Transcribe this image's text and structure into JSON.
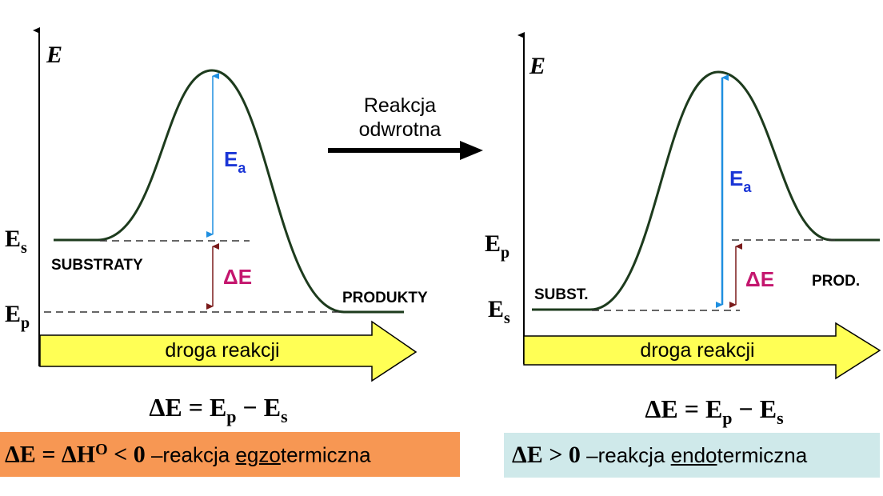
{
  "colors": {
    "curve": "#1d3b1d",
    "arrow_blue": "#1f8fe0",
    "arrow_dark_red": "#7a1b1b",
    "ea_text": "#1a35d6",
    "delta_text": "#c4166e",
    "yellow_fill": "#ffff55",
    "left_box": "#f79753",
    "right_box": "#cfe9ea"
  },
  "left_diagram": {
    "axis_label": "E",
    "es_label": "E",
    "es_sub": "s",
    "ep_label": "E",
    "ep_sub": "p",
    "substrates_label": "SUBSTRATY",
    "products_label": "PRODUKTY",
    "ea_label": "E",
    "ea_sub": "a",
    "delta_label": "ΔE",
    "path_label": "droga reakcji",
    "formula_main": "ΔE = E",
    "formula_p": "p",
    "formula_minus": " − E",
    "formula_s": "s"
  },
  "middle": {
    "line1": "Reakcja",
    "line2": "odwrotna"
  },
  "right_diagram": {
    "axis_label": "E",
    "ep_label": "E",
    "ep_sub": "p",
    "es_label": "E",
    "es_sub": "s",
    "substrates_label": "SUBST.",
    "products_label": "PROD.",
    "ea_label": "E",
    "ea_sub": "a",
    "delta_label": "ΔE",
    "path_label": "droga reakcji",
    "formula_main": "ΔE = E",
    "formula_p": "p",
    "formula_minus": " − E",
    "formula_s": "s"
  },
  "bottom_left": {
    "math": "ΔE = ΔH",
    "sup": "O",
    "math2": " < 0",
    "text_pre": " –reakcja ",
    "text_under": "egzo",
    "text_post": "termiczna"
  },
  "bottom_right": {
    "math": "ΔE > 0",
    "text_pre": " –reakcja ",
    "text_under": "endo",
    "text_post": "termiczna"
  }
}
